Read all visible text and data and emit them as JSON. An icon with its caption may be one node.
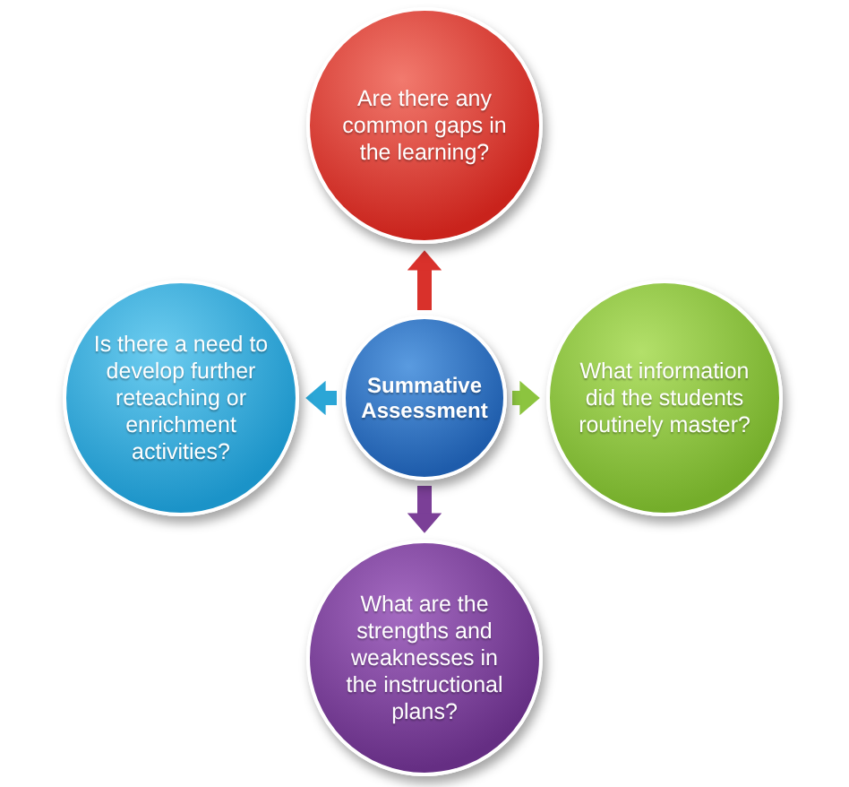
{
  "diagram": {
    "nodes": [
      {
        "text": [
          "Are there any common gaps in the learning?"
        ]
      },
      {
        "text": [
          "Is there a need to develop further reteaching or enrichment activities?"
        ]
      },
      {
        "text": [
          "Summative Assessment"
        ]
      },
      {
        "text": [
          "What information did the students routinely master?"
        ]
      },
      {
        "text": [
          "What are the strengths and weaknesses in the instructional plans?"
        ]
      }
    ],
    "edges": [
      {
        "from": 2,
        "to": 0,
        "arrow": "to",
        "color": "#d9312b"
      },
      {
        "from": 2,
        "to": 1,
        "arrow": "to",
        "color": "#2ba6d6"
      },
      {
        "from": 2,
        "to": 3,
        "arrow": "to",
        "color": "#8cc43f"
      },
      {
        "from": 2,
        "to": 4,
        "arrow": "to",
        "color": "#7b3f97"
      }
    ]
  }
}
